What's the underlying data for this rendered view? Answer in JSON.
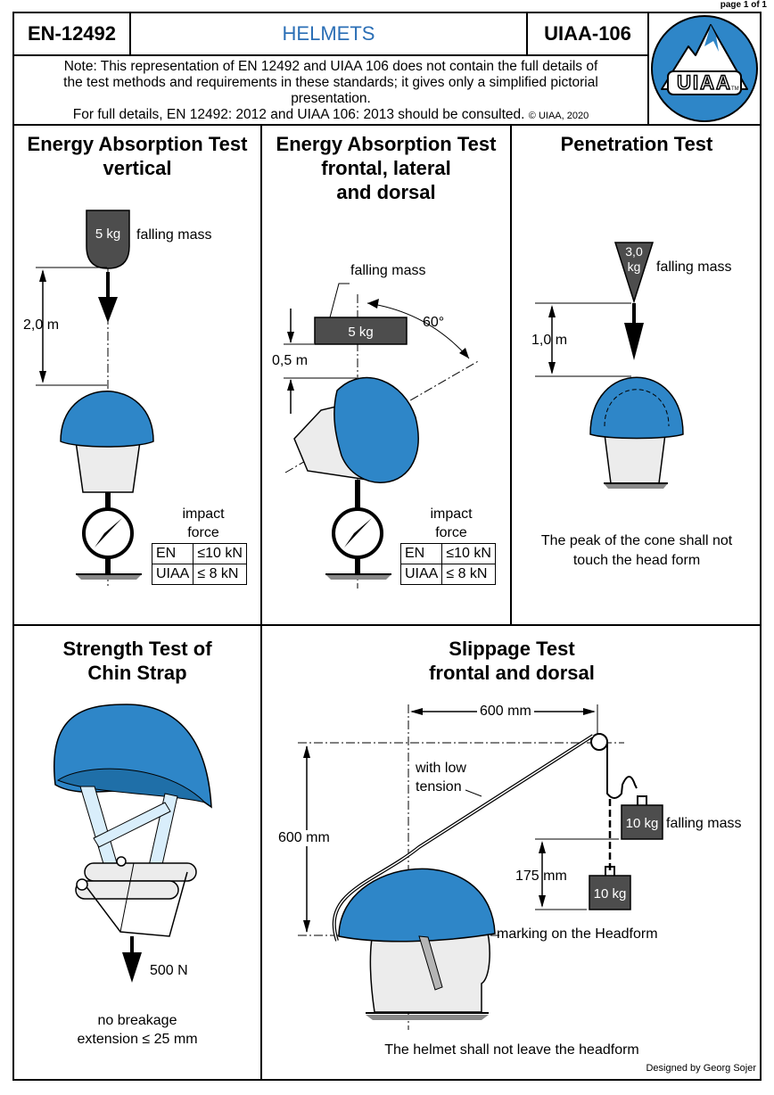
{
  "page_label": "page 1 of 1",
  "header": {
    "left_code": "EN-12492",
    "title": "HELMETS",
    "right_code": "UIAA-106",
    "logo_text": "UIAA",
    "logo_tm": "TM",
    "note_line1": "Note: This representation of EN 12492 and UIAA 106 does not contain the full details of",
    "note_line2": "the test methods and requirements in these standards; it gives only a simplified pictorial",
    "note_line3": "presentation.",
    "note_line4": "For full details, EN 12492: 2012 and UIAA 106: 2013 should be consulted.",
    "copyright": "© UIAA, 2020"
  },
  "panel1": {
    "title_l1": "Energy Absorption Test",
    "title_l2": "vertical",
    "mass": "5 kg",
    "mass_label": "falling mass",
    "height": "2,0 m",
    "impact_l1": "impact",
    "impact_l2": "force",
    "table": [
      [
        "EN",
        "≤10 kN"
      ],
      [
        "UIAA",
        "≤  8 kN"
      ]
    ]
  },
  "panel2": {
    "title_l1": "Energy Absorption Test",
    "title_l2": "frontal, lateral",
    "title_l3": "and dorsal",
    "mass_label": "falling mass",
    "mass": "5 kg",
    "angle": "60°",
    "height": "0,5 m",
    "impact_l1": "impact",
    "impact_l2": "force",
    "table": [
      [
        "EN",
        "≤10 kN"
      ],
      [
        "UIAA",
        "≤  8 kN"
      ]
    ]
  },
  "panel3": {
    "title": "Penetration Test",
    "mass_l1": "3,0",
    "mass_l2": "kg",
    "mass_label": "falling mass",
    "height": "1,0 m",
    "caption_l1": "The peak of the cone shall not",
    "caption_l2": "touch the head form"
  },
  "panel4": {
    "title_l1": "Strength Test of",
    "title_l2": "Chin Strap",
    "force": "500 N",
    "caption_l1": "no breakage",
    "caption_l2": "extension ≤ 25 mm"
  },
  "panel5": {
    "title_l1": "Slippage Test",
    "title_l2": "frontal and dorsal",
    "width": "600 mm",
    "height": "600 mm",
    "tension_l1": "with low",
    "tension_l2": "tension",
    "mass": "10 kg",
    "mass_label": "falling mass",
    "mass2": "10 kg",
    "drop": "175 mm",
    "marking": "marking on the Headform",
    "caption": "The helmet shall not leave the headform"
  },
  "footer": {
    "designer": "Designed by Georg Sojer"
  },
  "colors": {
    "helmet_blue": "#2e86c8",
    "title_blue": "#2b6fb6",
    "mass_gray": "#4d4d4d",
    "headform": "#ececec"
  }
}
